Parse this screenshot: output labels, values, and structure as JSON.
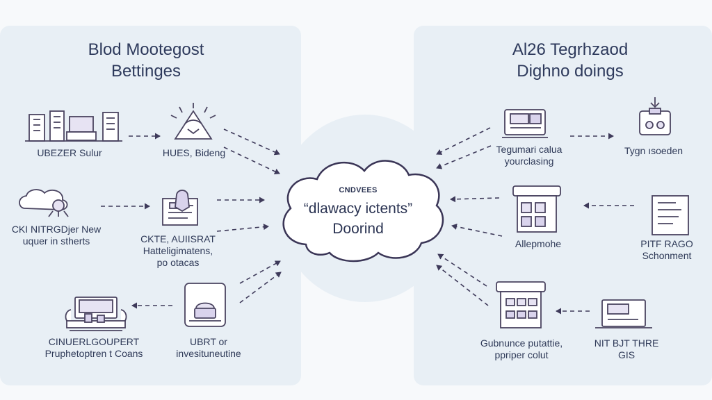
{
  "left_panel": {
    "title_line1": "Blod Mootegost",
    "title_line2": "Bettinges",
    "labels": {
      "device_row": "UBEZER Sulur",
      "hues": "HUES, Bideng",
      "cloud_new_line1": "CKI NITRGDjer New",
      "cloud_new_line2": "uquer in stherts",
      "audit_line1": "CKTE, AUIISRAT",
      "audit_line2": "Hatteligimatens,",
      "audit_line3": "po otacas",
      "computer_line1": "CINUERLGOUPERT",
      "computer_line2": "Pruphetoptren t Coans",
      "phone_line1": "UBRT or",
      "phone_line2": "invesituneutine"
    }
  },
  "right_panel": {
    "title_line1": "Al26 Tegrhzaod",
    "title_line2": "Dighno doings",
    "labels": {
      "monitor_line1": "Tegumari calua",
      "monitor_line2": "yourclasing",
      "robot": "Tygn ısoeden",
      "basket_top": "Allepmohe",
      "document_line1": "PITF RAGO",
      "document_line2": "Schonment",
      "basket_bottom_line1": "Gubnunce putattie,",
      "basket_bottom_line2": "ppriper colut",
      "laptop_line1": "NIT BJT THRE",
      "laptop_line2": "GIS"
    }
  },
  "center": {
    "caption": "CNDVEES",
    "line1": "“dlawacy ictents”",
    "line2": "Doorind"
  },
  "colors": {
    "panel_bg": "#e8eff5",
    "page_bg": "#f7f9fb",
    "ink": "#2f3a58",
    "icon_stroke": "#4a4460",
    "icon_accent": "#7b6fa8"
  }
}
